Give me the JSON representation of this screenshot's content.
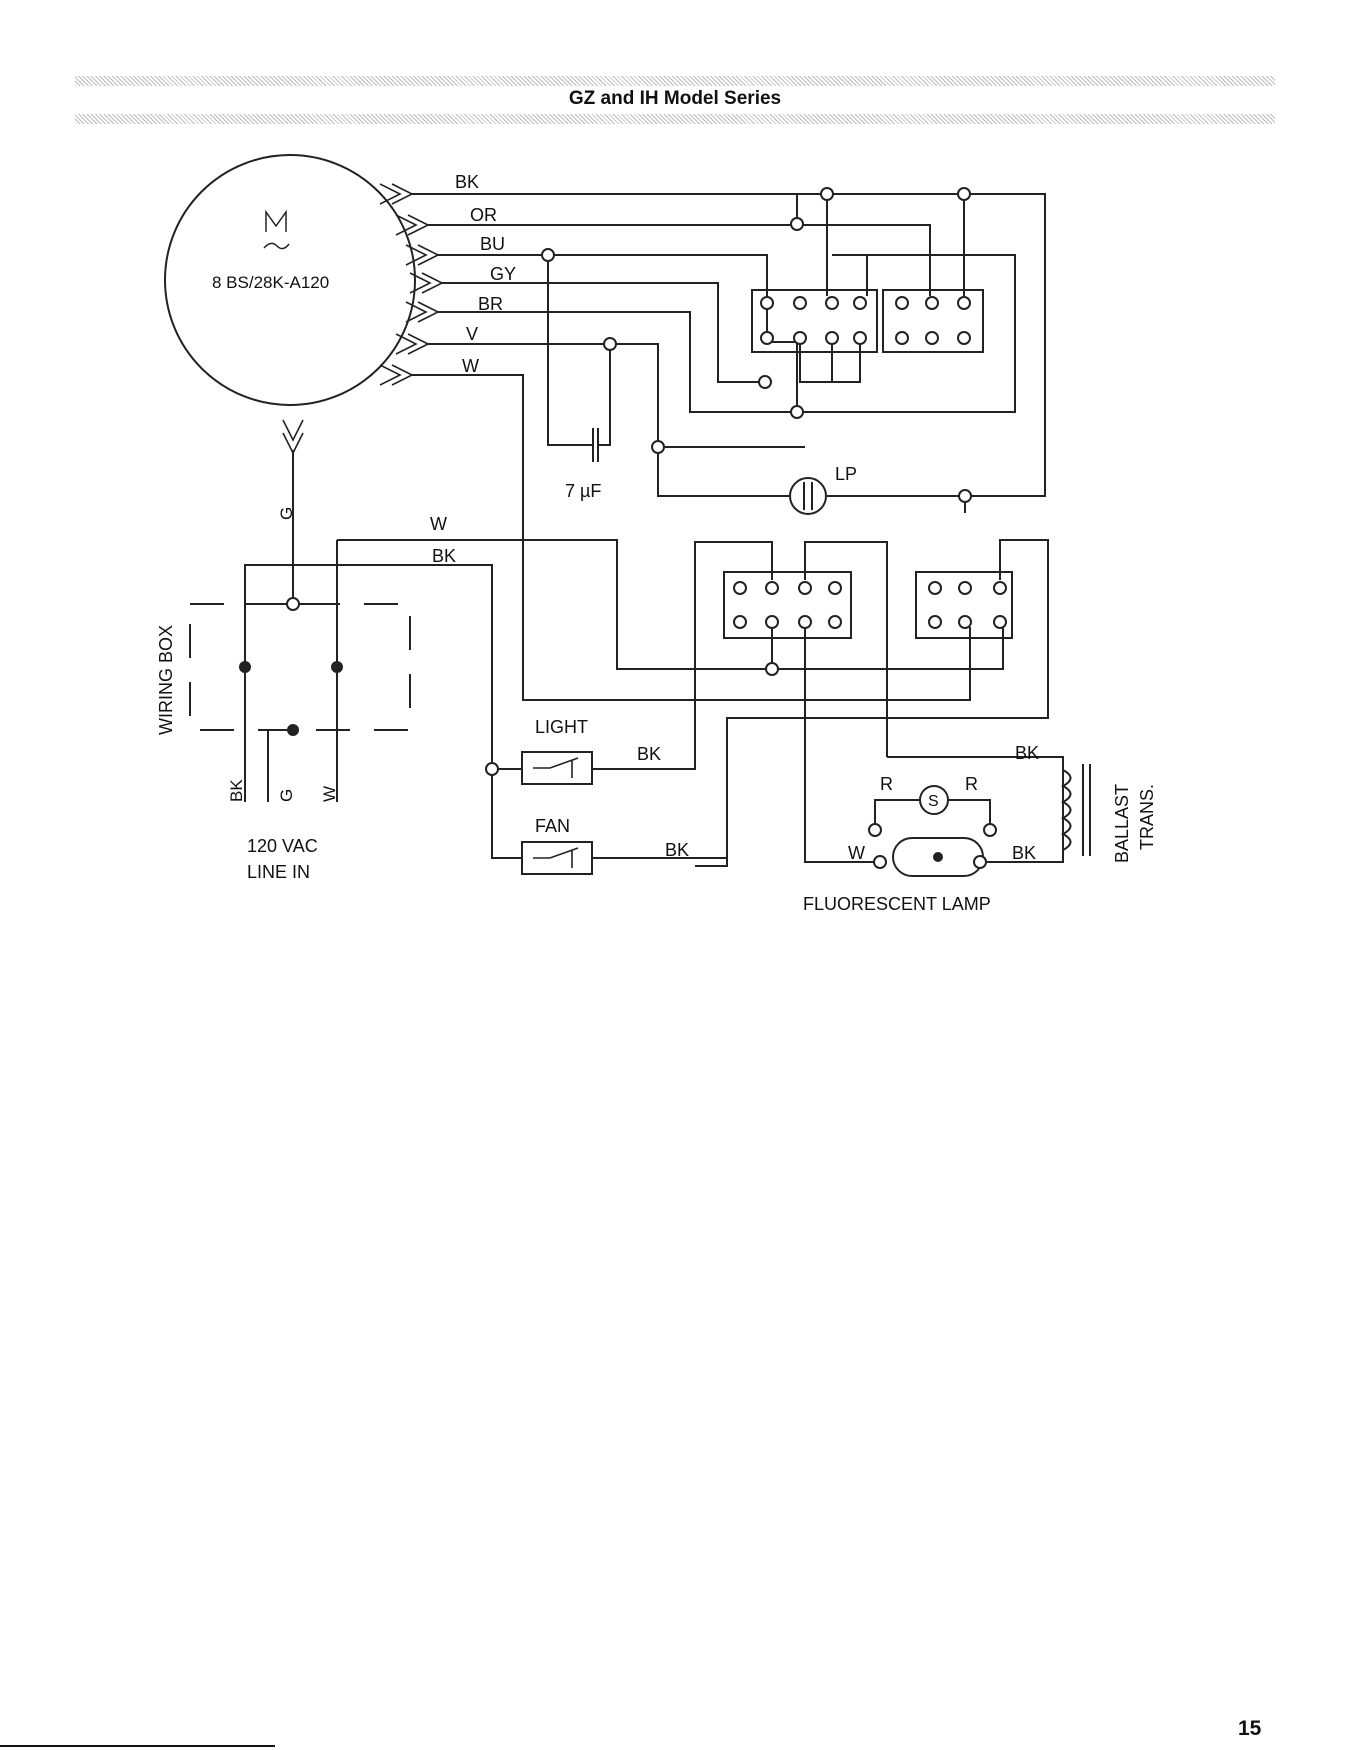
{
  "header": {
    "title": "GZ and IH Model Series"
  },
  "motor": {
    "symbol": "M",
    "model": "8 BS/28K-A120"
  },
  "motor_leads": [
    "BK",
    "OR",
    "BU",
    "GY",
    "BR",
    "V",
    "W"
  ],
  "ground_lead": "G",
  "capacitor": {
    "label": "7 µF"
  },
  "lamp_indicator": {
    "label": "LP"
  },
  "wiring_box": {
    "label": "WIRING BOX",
    "wire_w": "W",
    "wire_bk": "BK",
    "terminals": [
      "BK",
      "G",
      "W"
    ]
  },
  "line_in": {
    "line1": "120 VAC",
    "line2": "LINE IN"
  },
  "light_switch": {
    "label": "LIGHT",
    "wire": "BK"
  },
  "fan_switch": {
    "label": "FAN",
    "wire": "BK"
  },
  "ballast": {
    "line1": "BALLAST",
    "line2": "TRANS.",
    "wire": "BK"
  },
  "fluorescent_lamp": {
    "label": "FLUORESCENT LAMP",
    "starter": "S",
    "lead_left": "R",
    "lead_right": "R",
    "wire_left": "W",
    "wire_right": "BK"
  },
  "page": {
    "number": "15"
  }
}
